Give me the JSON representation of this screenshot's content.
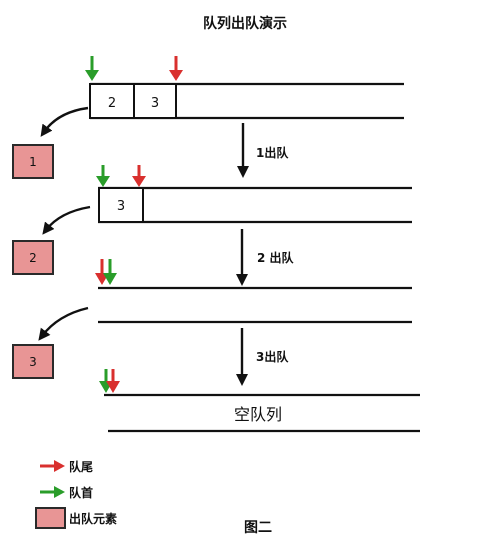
{
  "title": "队列出队演示",
  "caption": "图二",
  "colors": {
    "rear_arrow": "#d9302e",
    "front_arrow": "#2a9d2a",
    "dequeued_fill": "#e89595",
    "dequeued_stroke": "#2a2a2a",
    "line": "#111111"
  },
  "stages": [
    {
      "cells": [
        "2",
        "3"
      ],
      "step_label": "1出队"
    },
    {
      "cells": [
        "3"
      ],
      "step_label": "2 出队"
    },
    {
      "cells": [],
      "step_label": "3出队"
    },
    {
      "cells": [],
      "empty_label": "空队列"
    }
  ],
  "dequeued": [
    "1",
    "2",
    "3"
  ],
  "legend": [
    {
      "label": "队尾",
      "icon": "red-arrow-icon"
    },
    {
      "label": "队首",
      "icon": "green-arrow-icon"
    },
    {
      "label": "出队元素",
      "icon": "pink-box-icon"
    }
  ]
}
